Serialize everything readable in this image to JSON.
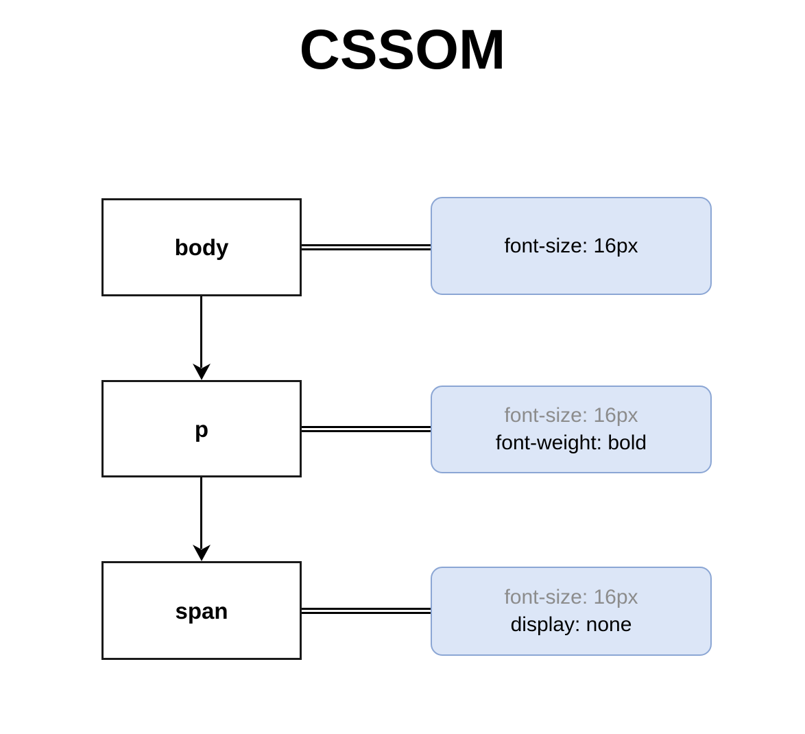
{
  "diagram": {
    "title": "CSSOM",
    "type": "cssom-tree",
    "nodes": [
      {
        "id": "body",
        "label": "body",
        "declarations": [
          {
            "text": "font-size: 16px",
            "inherited": false
          }
        ]
      },
      {
        "id": "p",
        "label": "p",
        "declarations": [
          {
            "text": "font-size: 16px",
            "inherited": true
          },
          {
            "text": "font-weight: bold",
            "inherited": false
          }
        ]
      },
      {
        "id": "span",
        "label": "span",
        "declarations": [
          {
            "text": "font-size: 16px",
            "inherited": true
          },
          {
            "text": "display: none",
            "inherited": false
          }
        ]
      }
    ],
    "edges": [
      {
        "from": "body",
        "to": "p",
        "kind": "parent-child-arrow"
      },
      {
        "from": "p",
        "to": "span",
        "kind": "parent-child-arrow"
      },
      {
        "from": "body",
        "to": "body-style",
        "kind": "style-double-line"
      },
      {
        "from": "p",
        "to": "p-style",
        "kind": "style-double-line"
      },
      {
        "from": "span",
        "to": "span-style",
        "kind": "style-double-line"
      }
    ],
    "colors": {
      "background": "#ffffff",
      "node_fill": "#ffffff",
      "node_border": "#1a1a1a",
      "style_fill": "#dce6f7",
      "style_border": "#8ba6d4",
      "text": "#000000",
      "inherited_text": "#8c8c8c"
    }
  }
}
